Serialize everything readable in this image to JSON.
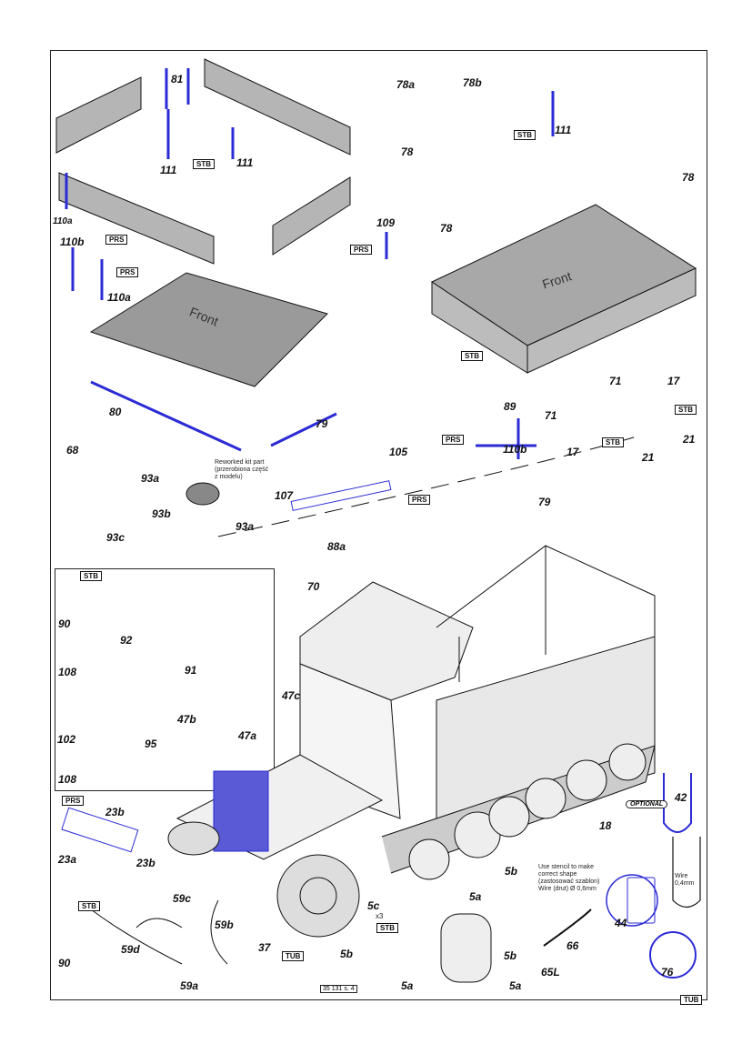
{
  "colors": {
    "part_blue": "#2b2bd6",
    "wood_grey": "#a8a8a8",
    "line": "#111111"
  },
  "labels": {
    "p81": "81",
    "p111a": "111",
    "p111b": "111",
    "p111c": "111",
    "p110a_1": "110a",
    "p110a_2": "110a",
    "p110b_1": "110b",
    "p110b_2": "110b",
    "p80": "80",
    "p68": "68",
    "p79a": "79",
    "p79b": "79",
    "p109": "109",
    "p78a": "78a",
    "p78b": "78b",
    "p78_1": "78",
    "p78_2": "78",
    "p78_3": "78",
    "p89": "89",
    "p71a": "71",
    "p71b": "71",
    "p17a": "17",
    "p17b": "17",
    "p21a": "21",
    "p21b": "21",
    "p105": "105",
    "p107": "107",
    "p88a": "88a",
    "p70": "70",
    "p93a_1": "93a",
    "p93a_2": "93a",
    "p93b": "93b",
    "p93c": "93c",
    "p90a": "90",
    "p90b": "90",
    "p92": "92",
    "p91": "91",
    "p108a": "108",
    "p108b": "108",
    "p102": "102",
    "p95": "95",
    "p47a": "47a",
    "p47b": "47b",
    "p47c": "47c",
    "p23a": "23a",
    "p23b_1": "23b",
    "p23b_2": "23b",
    "p59a": "59a",
    "p59b": "59b",
    "p59c": "59c",
    "p59d": "59d",
    "p37": "37",
    "p5c": "5c",
    "p5b_1": "5b",
    "p5b_2": "5b",
    "p5b_3": "5b",
    "p5a_1": "5a",
    "p5a_2": "5a",
    "p5a_3": "5a",
    "p65L": "65L",
    "p66": "66",
    "p44": "44",
    "p42": "42",
    "p18": "18",
    "p76": "76",
    "x3": "x3"
  },
  "tags": {
    "stb": "STB",
    "prs": "PRS",
    "tub": "TUB",
    "optional": "OPTIONAL"
  },
  "notes": {
    "front": "Front",
    "reworked": "Reworked kit part\n(przerobiona część\nz modelu)",
    "stencil": "Use stencil to make\ncorrect shape\n(zastosować szablon)\nWire (drut) Ø 0,6mm",
    "wire": "Wire\n0,4mm",
    "page_code": "35 131 s. 4"
  }
}
